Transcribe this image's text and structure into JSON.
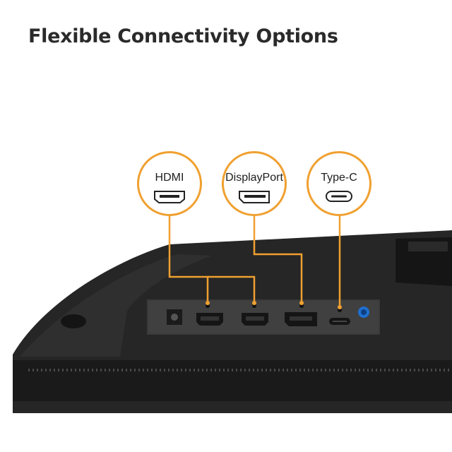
{
  "title": "Flexible Connectivity Options",
  "colors": {
    "accent": "#f0a030",
    "monitor_body": "#1d1d1d",
    "port_panel": "#3a3a3a",
    "blue_jack": "#1f6fd0"
  },
  "callouts": [
    {
      "label": "HDMI",
      "icon": "hdmi-port-icon"
    },
    {
      "label": "DisplayPort",
      "icon": "displayport-icon"
    },
    {
      "label": "Type-C",
      "icon": "usb-c-icon"
    }
  ],
  "ports": [
    "power-jack",
    "hdmi-port",
    "hdmi-port",
    "displayport",
    "usb-c-port",
    "audio-jack"
  ]
}
